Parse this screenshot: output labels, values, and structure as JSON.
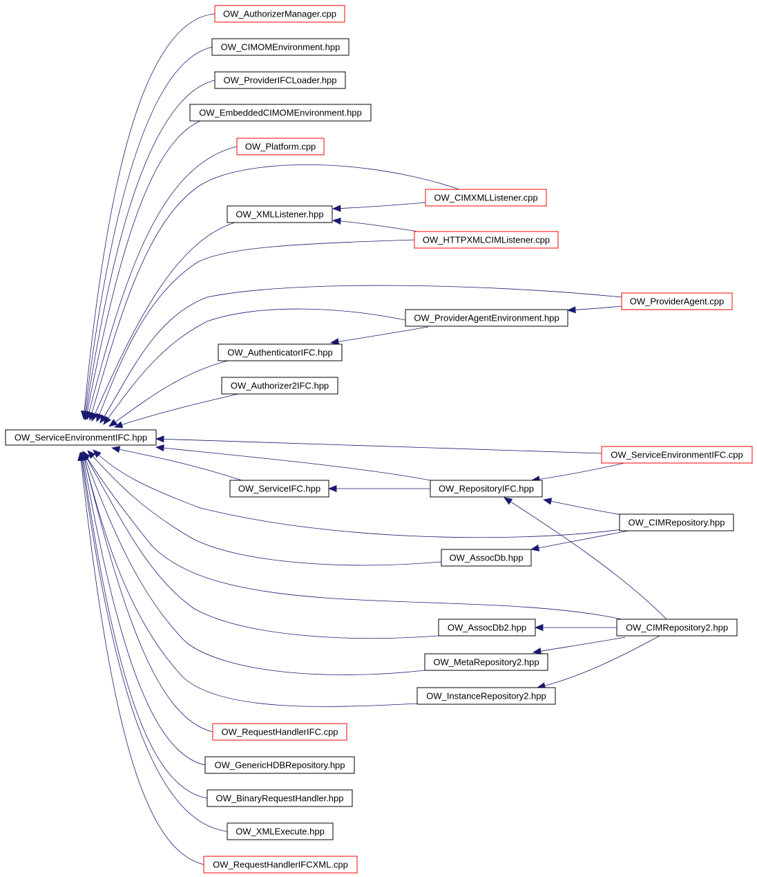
{
  "colors": {
    "edge": "#191970",
    "border_header": "#000000",
    "border_source": "#ff0000",
    "border_focus": "#000000",
    "focus_fill": "#000000",
    "focus_text": "#ffffff"
  },
  "focus_node": "n0",
  "nodes": [
    {
      "id": "n0",
      "label": "OW_ServiceEnvironmentIFC.hpp",
      "kind": "focus"
    },
    {
      "id": "n1",
      "label": "OW_AuthorizerManager.cpp",
      "kind": "source"
    },
    {
      "id": "n2",
      "label": "OW_CIMOMEnvironment.hpp",
      "kind": "header"
    },
    {
      "id": "n3",
      "label": "OW_ProviderIFCLoader.hpp",
      "kind": "header"
    },
    {
      "id": "n4",
      "label": "OW_EmbeddedCIMOMEnvironment.hpp",
      "kind": "header"
    },
    {
      "id": "n5",
      "label": "OW_Platform.cpp",
      "kind": "source"
    },
    {
      "id": "n6",
      "label": "OW_XMLListener.hpp",
      "kind": "header"
    },
    {
      "id": "n7",
      "label": "OW_CIMXMLListener.cpp",
      "kind": "source"
    },
    {
      "id": "n8",
      "label": "OW_HTTPXMLCIMListener.cpp",
      "kind": "source"
    },
    {
      "id": "n9",
      "label": "OW_ProviderAgent.cpp",
      "kind": "source"
    },
    {
      "id": "n10",
      "label": "OW_ProviderAgentEnvironment.hpp",
      "kind": "header"
    },
    {
      "id": "n11",
      "label": "OW_AuthenticatorIFC.hpp",
      "kind": "header"
    },
    {
      "id": "n12",
      "label": "OW_Authorizer2IFC.hpp",
      "kind": "header"
    },
    {
      "id": "n13",
      "label": "OW_ServiceEnvironmentIFC.cpp",
      "kind": "source"
    },
    {
      "id": "n14",
      "label": "OW_ServiceIFC.hpp",
      "kind": "header"
    },
    {
      "id": "n15",
      "label": "OW_RepositoryIFC.hpp",
      "kind": "header"
    },
    {
      "id": "n16",
      "label": "OW_CIMRepository.hpp",
      "kind": "header"
    },
    {
      "id": "n17",
      "label": "OW_AssocDb.hpp",
      "kind": "header"
    },
    {
      "id": "n18",
      "label": "OW_CIMRepository2.hpp",
      "kind": "header"
    },
    {
      "id": "n19",
      "label": "OW_AssocDb2.hpp",
      "kind": "header"
    },
    {
      "id": "n20",
      "label": "OW_MetaRepository2.hpp",
      "kind": "header"
    },
    {
      "id": "n21",
      "label": "OW_InstanceRepository2.hpp",
      "kind": "header"
    },
    {
      "id": "n22",
      "label": "OW_RequestHandlerIFC.cpp",
      "kind": "source"
    },
    {
      "id": "n23",
      "label": "OW_GenericHDBRepository.hpp",
      "kind": "header"
    },
    {
      "id": "n24",
      "label": "OW_BinaryRequestHandler.hpp",
      "kind": "header"
    },
    {
      "id": "n25",
      "label": "OW_XMLExecute.hpp",
      "kind": "header"
    },
    {
      "id": "n26",
      "label": "OW_RequestHandlerIFCXML.cpp",
      "kind": "source"
    }
  ],
  "edges": [
    {
      "from": "n1",
      "to": "n0"
    },
    {
      "from": "n2",
      "to": "n0"
    },
    {
      "from": "n3",
      "to": "n0"
    },
    {
      "from": "n4",
      "to": "n0"
    },
    {
      "from": "n5",
      "to": "n0"
    },
    {
      "from": "n7",
      "to": "n0"
    },
    {
      "from": "n6",
      "to": "n0"
    },
    {
      "from": "n8",
      "to": "n0"
    },
    {
      "from": "n9",
      "to": "n0"
    },
    {
      "from": "n10",
      "to": "n0"
    },
    {
      "from": "n11",
      "to": "n0"
    },
    {
      "from": "n12",
      "to": "n0"
    },
    {
      "from": "n13",
      "to": "n0"
    },
    {
      "from": "n15",
      "to": "n0"
    },
    {
      "from": "n14",
      "to": "n0"
    },
    {
      "from": "n16",
      "to": "n0"
    },
    {
      "from": "n17",
      "to": "n0"
    },
    {
      "from": "n18",
      "to": "n0"
    },
    {
      "from": "n19",
      "to": "n0"
    },
    {
      "from": "n20",
      "to": "n0"
    },
    {
      "from": "n21",
      "to": "n0"
    },
    {
      "from": "n22",
      "to": "n0"
    },
    {
      "from": "n23",
      "to": "n0"
    },
    {
      "from": "n24",
      "to": "n0"
    },
    {
      "from": "n25",
      "to": "n0"
    },
    {
      "from": "n26",
      "to": "n0"
    },
    {
      "from": "n7",
      "to": "n6"
    },
    {
      "from": "n8",
      "to": "n6"
    },
    {
      "from": "n9",
      "to": "n10"
    },
    {
      "from": "n10",
      "to": "n11"
    },
    {
      "from": "n13",
      "to": "n15"
    },
    {
      "from": "n15",
      "to": "n14"
    },
    {
      "from": "n16",
      "to": "n15"
    },
    {
      "from": "n18",
      "to": "n15"
    },
    {
      "from": "n16",
      "to": "n17"
    },
    {
      "from": "n18",
      "to": "n19"
    },
    {
      "from": "n18",
      "to": "n20"
    },
    {
      "from": "n18",
      "to": "n21"
    }
  ]
}
